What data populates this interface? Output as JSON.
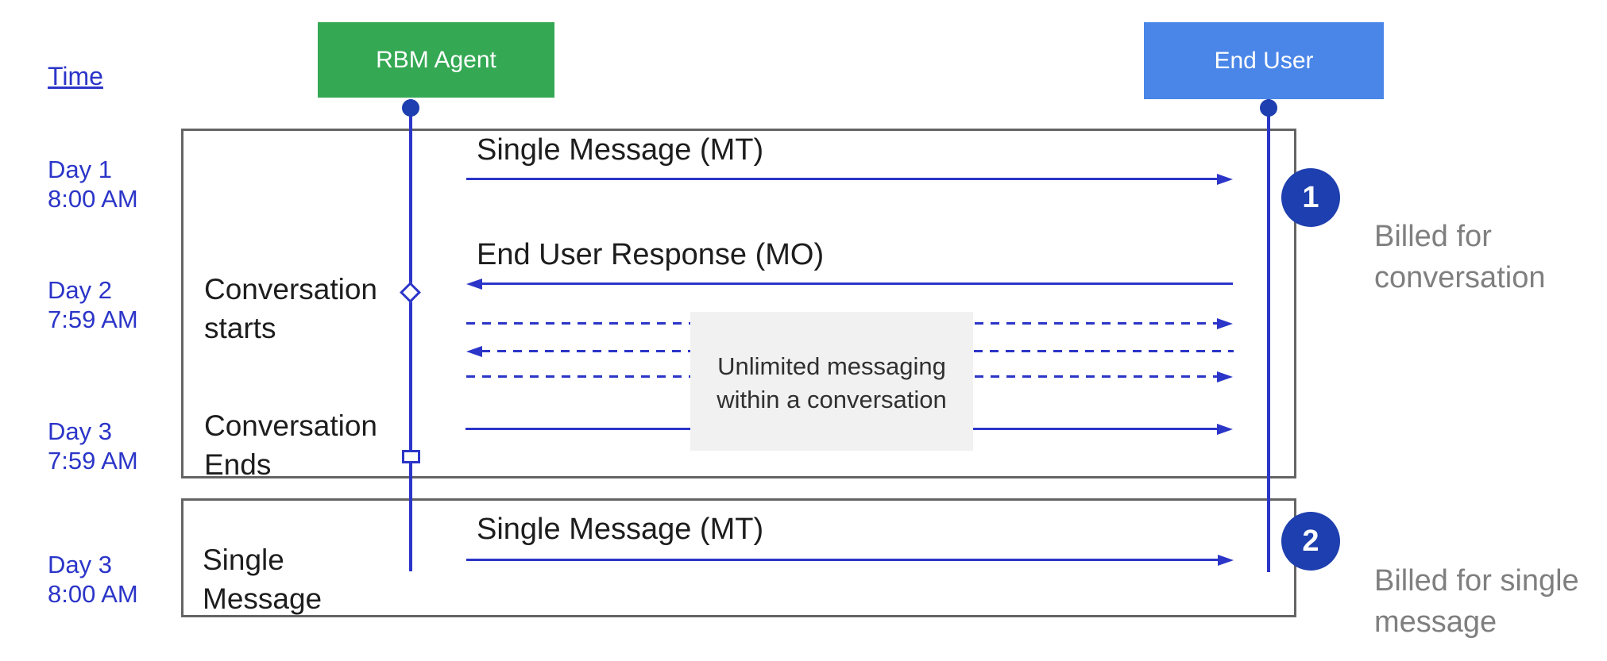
{
  "colors": {
    "arrow_and_lifeline_blue": "#2B35C8",
    "marker_circle_navy": "#1E3FAF",
    "agent_green": "#34A853",
    "end_user_blue": "#4A86E8",
    "frame_border_gray": "#646464",
    "note_background_gray": "#F1F1F1",
    "billed_text_gray": "#7F7F7F",
    "label_black": "#1D1D1D"
  },
  "time_label": "Time",
  "actors": {
    "agent": "RBM Agent",
    "user": "End User"
  },
  "times": [
    {
      "day": "Day 1",
      "time": "8:00 AM"
    },
    {
      "day": "Day 2",
      "time": "7:59 AM"
    },
    {
      "day": "Day 3",
      "time": "7:59 AM"
    },
    {
      "day": "Day 3",
      "time": "8:00 AM"
    }
  ],
  "frame1": {
    "msg1": "Single Message (MT)",
    "msg2": "End User Response (MO)",
    "note_line1": "Unlimited messaging",
    "note_line2": "within a conversation",
    "marker1_line1": "Conversation",
    "marker1_line2": "starts",
    "marker2_line1": "Conversation",
    "marker2_line2": "Ends"
  },
  "frame2": {
    "label_line1": "Single",
    "label_line2": "Message",
    "msg": "Single Message (MT)"
  },
  "callouts": [
    {
      "num": "1",
      "line1": "Billed for",
      "line2": "conversation"
    },
    {
      "num": "2",
      "line1": "Billed for single",
      "line2": "message"
    }
  ]
}
